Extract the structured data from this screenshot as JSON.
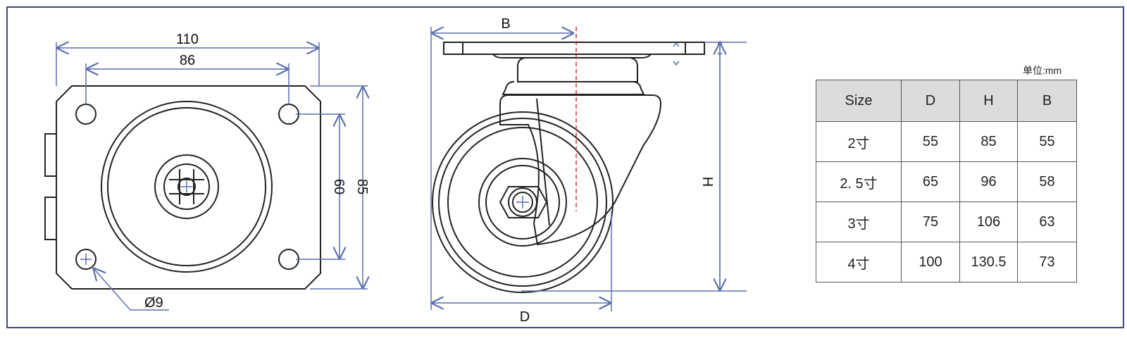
{
  "top_view": {
    "dim_width_outer": "110",
    "dim_width_holes": "86",
    "dim_height_holes": "60",
    "dim_height_outer": "85",
    "hole_diameter": "Ø9"
  },
  "side_view": {
    "dim_b": "B",
    "dim_d": "D",
    "dim_h": "H"
  },
  "spec_table": {
    "unit": "单位:mm",
    "headers": [
      "Size",
      "D",
      "H",
      "B"
    ],
    "rows": [
      [
        "2寸",
        "55",
        "85",
        "55"
      ],
      [
        "2. 5寸",
        "65",
        "96",
        "58"
      ],
      [
        "3寸",
        "75",
        "106",
        "63"
      ],
      [
        "4寸",
        "100",
        "130.5",
        "73"
      ]
    ]
  },
  "colors": {
    "dimension": "#5a6fb0",
    "centerline": "#e03030",
    "frame": "#3b4a7a",
    "header_bg": "#dcdcdc"
  }
}
